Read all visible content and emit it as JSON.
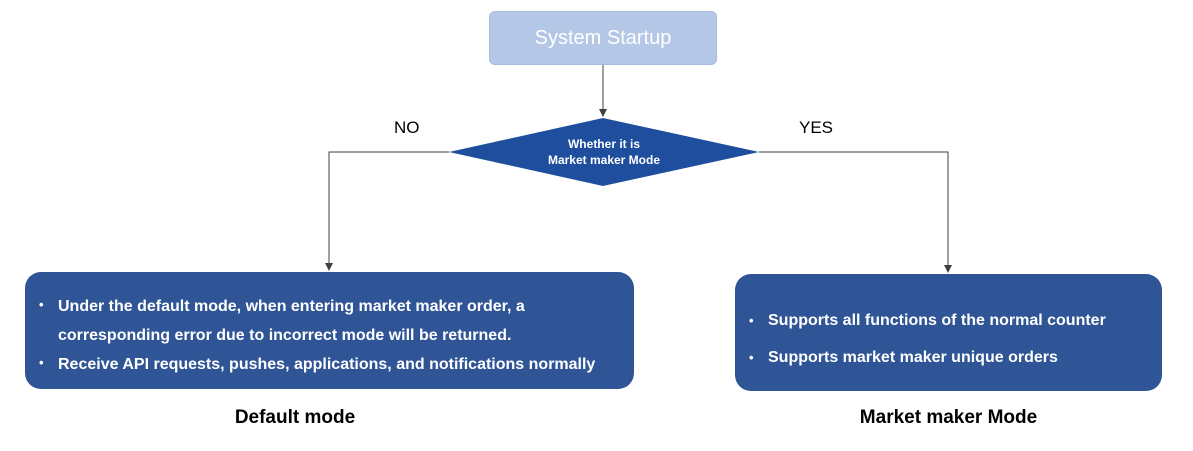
{
  "start": {
    "label": "System Startup"
  },
  "decision": {
    "line1": "Whether it is",
    "line2": "Market maker Mode"
  },
  "branches": {
    "no": "NO",
    "yes": "YES"
  },
  "default_mode": {
    "title": "Default mode",
    "bullets": [
      "Under the default mode, when entering market maker order, a corresponding error due to incorrect mode will be returned.",
      "Receive API requests, pushes, applications, and notifications normally"
    ]
  },
  "market_maker_mode": {
    "title": "Market maker Mode",
    "bullets": [
      "Supports all functions of the normal counter",
      "Supports market maker unique orders"
    ]
  },
  "colors": {
    "start_fill": "#b4c7e7",
    "decision_fill": "#1f4e9f",
    "box_fill": "#2f5597",
    "line": "#404040"
  }
}
